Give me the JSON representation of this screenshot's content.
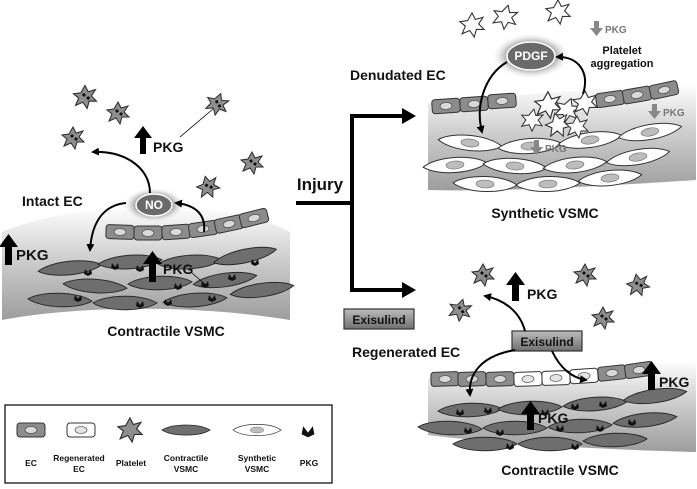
{
  "labels": {
    "intact_ec": "Intact EC",
    "no": "NO",
    "pkg": "PKG",
    "contractile_vsmc": "Contractile VSMC",
    "injury": "Injury",
    "denudated_ec": "Denudated EC",
    "pdgf": "PDGF",
    "platelet_aggregation_1": "Platelet",
    "platelet_aggregation_2": "aggregation",
    "synthetic_vsmc": "Synthetic VSMC",
    "exisulind": "Exisulind",
    "regenerated_ec": "Regenerated EC"
  },
  "legend": {
    "items": [
      {
        "line1": "EC",
        "line2": ""
      },
      {
        "line1": "Regenerated",
        "line2": "EC"
      },
      {
        "line1": "Platelet",
        "line2": ""
      },
      {
        "line1": "Contractile",
        "line2": "VSMC"
      },
      {
        "line1": "Synthetic",
        "line2": "VSMC"
      },
      {
        "line1": "PKG",
        "line2": ""
      }
    ]
  },
  "colors": {
    "vessel_gradient_light": "#f2f2f2",
    "vessel_gradient_dark": "#a9a9a9",
    "ec_cell": "#8c8c8c",
    "vsmc_cell": "#6e6e6e",
    "exisulind_box": "#8a8a8a",
    "arrow": "#000000"
  }
}
